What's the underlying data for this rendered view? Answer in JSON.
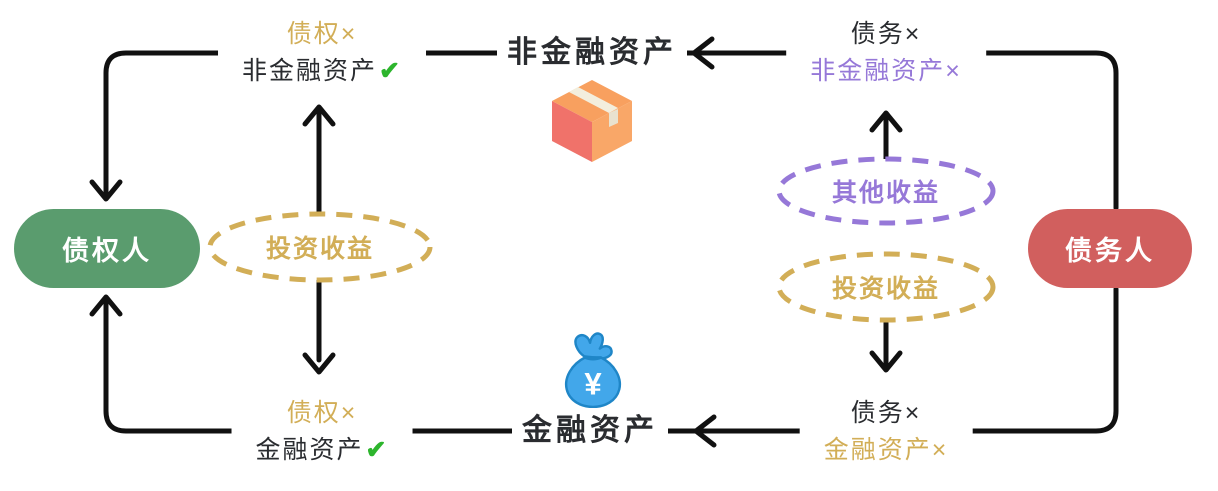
{
  "colors": {
    "gold": "#d2ae57",
    "purple": "#9678d8",
    "green": "#5a9c6e",
    "red": "#d15f5e",
    "dark": "#2a2c30",
    "check": "#2db52d",
    "line": "#111111",
    "box_top": "#f8a05f",
    "box_left": "#f0726a",
    "box_right": "#f9a768",
    "bag_blue": "#42a7ea"
  },
  "pills": {
    "creditor": "债权人",
    "debtor": "债务人"
  },
  "flow_nodes": {
    "top_center": {
      "label": "非金融资产",
      "icon": "package-icon"
    },
    "bottom_center": {
      "label": "金融资产",
      "icon": "money-bag-icon"
    }
  },
  "corner_labels": {
    "top_left": {
      "line1": "债权×",
      "line2": "非金融资产",
      "check": "✔"
    },
    "top_right": {
      "line1": "债务×",
      "line2": "非金融资产×"
    },
    "bottom_left": {
      "line1": "债权×",
      "line2": "金融资产",
      "check": "✔"
    },
    "bottom_right": {
      "line1": "债务×",
      "line2": "金融资产×"
    }
  },
  "gain_ellipses": {
    "left": {
      "label": "投资收益",
      "color": "gold"
    },
    "right_top": {
      "label": "其他收益",
      "color": "purple"
    },
    "right_bottom": {
      "label": "投资收益",
      "color": "gold"
    }
  },
  "icons": {
    "money_bag_symbol": "¥"
  }
}
